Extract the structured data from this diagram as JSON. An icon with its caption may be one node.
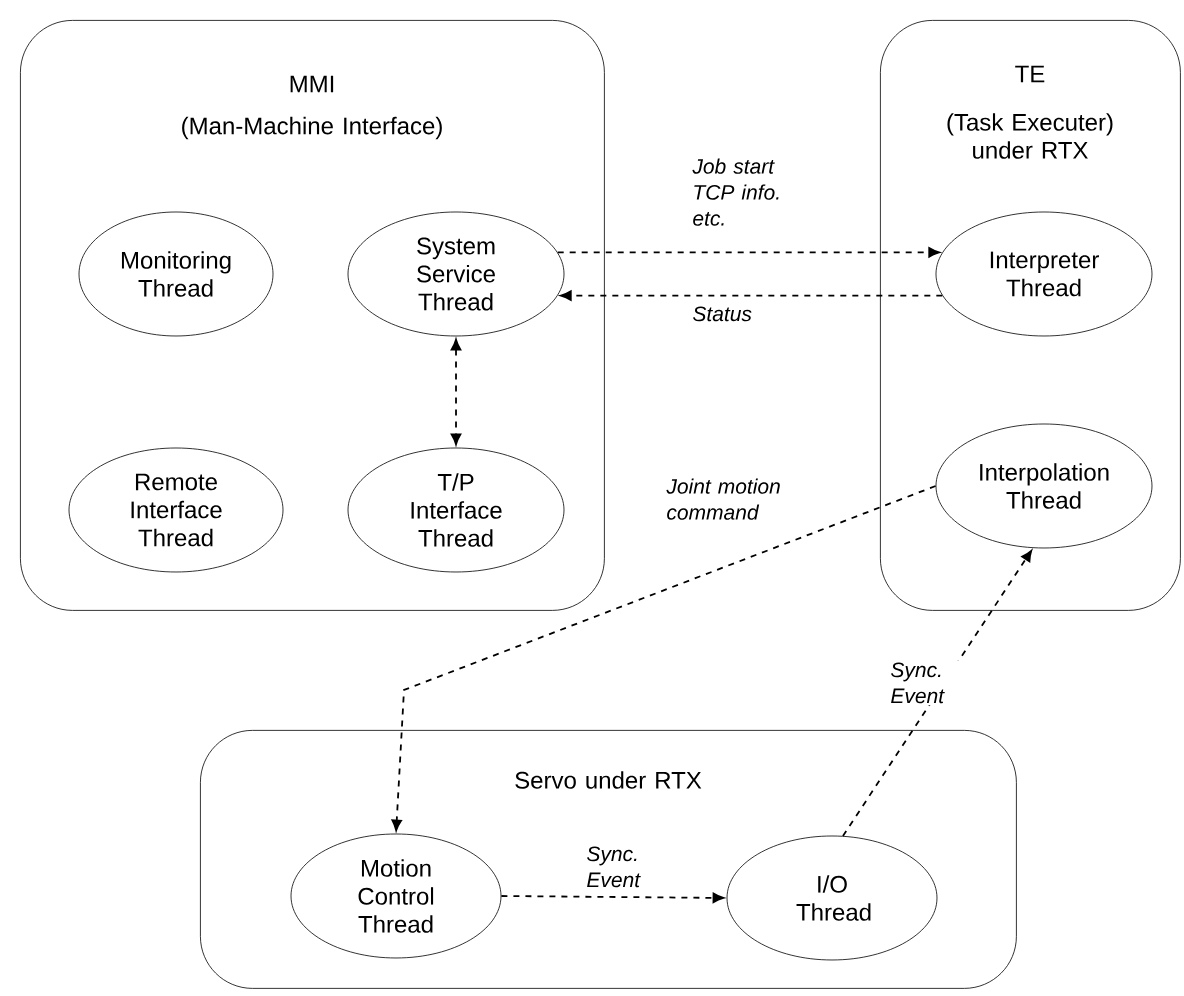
{
  "diagram": {
    "nodes": [
      {
        "text": [
          "MMI",
          "(Man-Machine Interface)"
        ]
      },
      {
        "text": [
          "Monitoring Thread"
        ],
        "in": 0
      },
      {
        "text": [
          "System Service Thread"
        ],
        "in": 0
      },
      {
        "text": [
          "Remote Interface Thread"
        ],
        "in": 0
      },
      {
        "text": [
          "T/P Interface Thread"
        ],
        "in": 0
      },
      {
        "text": [
          "TE",
          "(Task Executer) under RTX"
        ]
      },
      {
        "text": [
          "Interpreter Thread"
        ],
        "in": 5
      },
      {
        "text": [
          "Interpolation Thread"
        ],
        "in": 5
      },
      {
        "text": [
          "Servo under RTX"
        ]
      },
      {
        "text": [
          "Motion Control Thread"
        ],
        "in": 8
      },
      {
        "text": [
          "I/O Thread"
        ],
        "in": 8
      }
    ],
    "edges": [
      {
        "from": 2,
        "to": 6,
        "arrow": "to",
        "style": "dashed",
        "label": "Job start TCP info. etc."
      },
      {
        "from": 6,
        "to": 2,
        "arrow": "to",
        "style": "dashed",
        "label": "Status"
      },
      {
        "from": 2,
        "to": 4,
        "arrow": "both",
        "style": "dashed"
      },
      {
        "from": 7,
        "to": 9,
        "arrow": "to",
        "style": "dashed",
        "label": "Joint motion command"
      },
      {
        "from": 9,
        "to": 10,
        "arrow": "to",
        "style": "dashed",
        "label": "Sync. Event"
      },
      {
        "from": 10,
        "to": 7,
        "arrow": "to",
        "style": "dashed",
        "label": "Sync. Event"
      }
    ]
  }
}
